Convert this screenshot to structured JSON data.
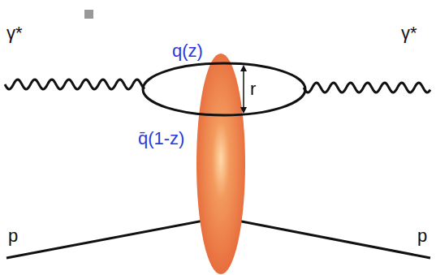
{
  "diagram": {
    "labels": [
      "γ*",
      "q(z)",
      "r",
      "q̄(1-z)",
      "γ*",
      "p",
      "p"
    ]
  }
}
